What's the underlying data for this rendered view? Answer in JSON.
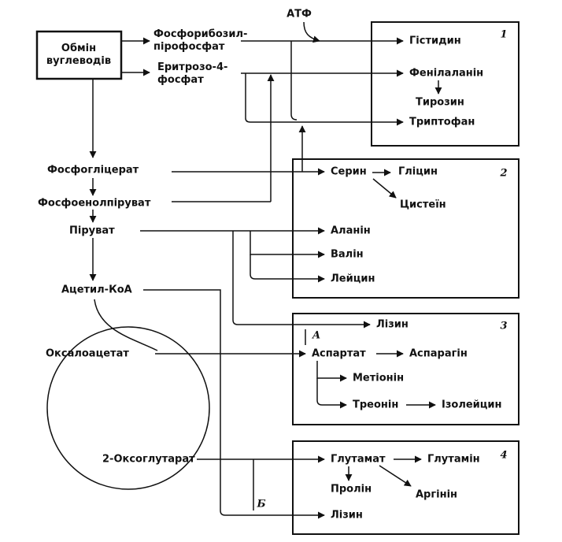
{
  "source": {
    "title": "Обмін вуглеводів"
  },
  "intermediates": {
    "prpp": "Фосфорибозил-\nпірофосфат",
    "e4p": "Еритрозо-4-\nфосфат",
    "atp": "АТФ",
    "phosphoglycerate": "Фосфогліцерат",
    "pep": "Фосфоенолпіруват",
    "pyruvate": "Піруват",
    "acetyl_coa": "Ацетил-КоА",
    "oxaloacetate": "Оксалоацетат",
    "oxoglutarate": "2-Оксоглутарат"
  },
  "groups": [
    {
      "number": "1",
      "items": [
        "Гістидин",
        "Фенілаланін",
        "Тирозин",
        "Триптофан"
      ]
    },
    {
      "number": "2",
      "items": [
        "Серин",
        "Гліцин",
        "Цистеїн"
      ]
    },
    {
      "number": "",
      "items": [
        "Аланін",
        "Валін",
        "Лейцин"
      ]
    },
    {
      "number": "3",
      "path_label": "А",
      "items": [
        "Лізин",
        "Аспартат",
        "Аспарагін",
        "Метіонін",
        "Треонін",
        "Ізолейцин"
      ]
    },
    {
      "number": "4",
      "path_label": "Б",
      "items": [
        "Глутамат",
        "Глутамін",
        "Пролін",
        "Аргінін",
        "Лізин"
      ]
    }
  ]
}
